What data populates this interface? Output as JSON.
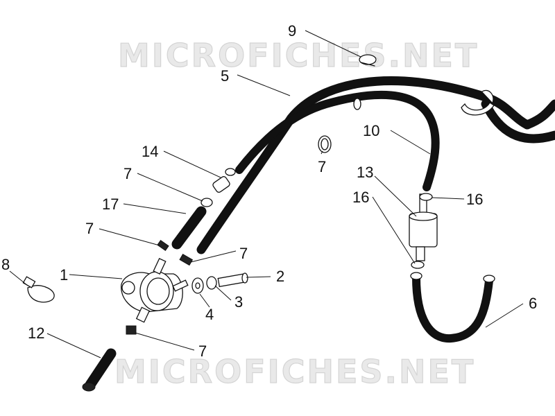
{
  "watermark": "MICROFICHES.NET",
  "callouts": {
    "c1": "1",
    "c2": "2",
    "c3": "3",
    "c4": "4",
    "c5": "5",
    "c6": "6",
    "c7a": "7",
    "c7b": "7",
    "c7c": "7",
    "c7d": "7",
    "c7e": "7",
    "c8": "8",
    "c9": "9",
    "c10": "10",
    "c12": "12",
    "c13": "13",
    "c14": "14",
    "c16a": "16",
    "c16b": "16",
    "c17": "17"
  }
}
